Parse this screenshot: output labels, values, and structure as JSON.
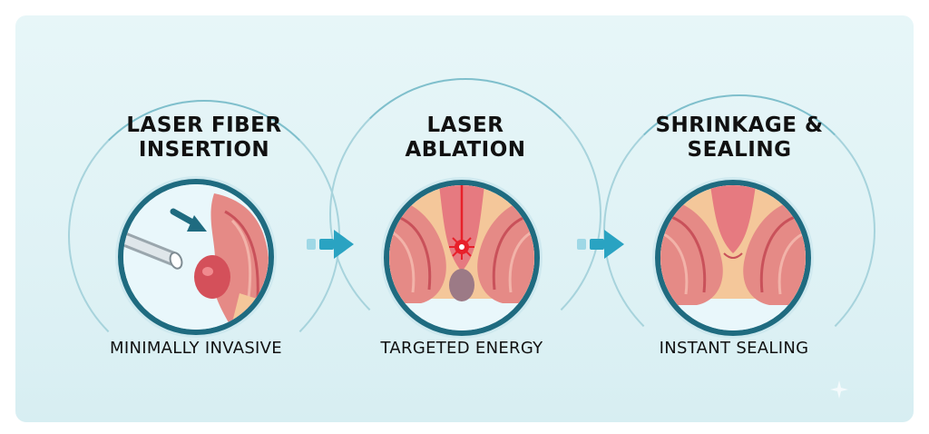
{
  "steps": [
    {
      "title_line1": "LASER FIBER",
      "title_line2": "INSERTION",
      "caption": "MINIMALLY INVASIVE",
      "illustration": "fiber-insertion"
    },
    {
      "title_line1": "LASER",
      "title_line2": "ABLATION",
      "caption": "TARGETED ENERGY",
      "illustration": "laser-ablation"
    },
    {
      "title_line1": "SHRINKAGE &",
      "title_line2": "SEALING",
      "caption": "INSTANT SEALING",
      "illustration": "shrinkage-sealing"
    }
  ],
  "colors": {
    "ring": "#1f6b80",
    "arrow": "#2aa3c2",
    "tissue": "#e07a7a",
    "tissue_dark": "#c9515a",
    "skin": "#f4c79a",
    "laser": "#e8202a"
  },
  "icons": [
    "arrow-right-icon",
    "arrow-right-icon",
    "sparkle-icon"
  ]
}
